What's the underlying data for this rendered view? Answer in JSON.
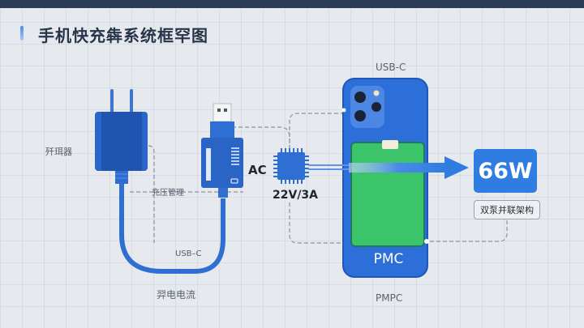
{
  "title": "手机快充犇系统框罕图",
  "labels": {
    "adapter": "歼珥器",
    "charge_mgmt": "充压管理",
    "usb_c_cable": "USB–C",
    "cable_caption": "羿电电流",
    "ac": "AC",
    "voltage": "22V/3A",
    "usb_c_phone": "USB-C",
    "pmc": "PMC",
    "pmpc": "PMPC"
  },
  "power_badge": "66W",
  "architecture": "双泵并联架构",
  "colors": {
    "header_bar": "#2b3b58",
    "primary_blue": "#2f7de1",
    "dark_blue": "#1f56b8",
    "battery_green": "#3cc46b",
    "background": "#e6e9ee"
  }
}
